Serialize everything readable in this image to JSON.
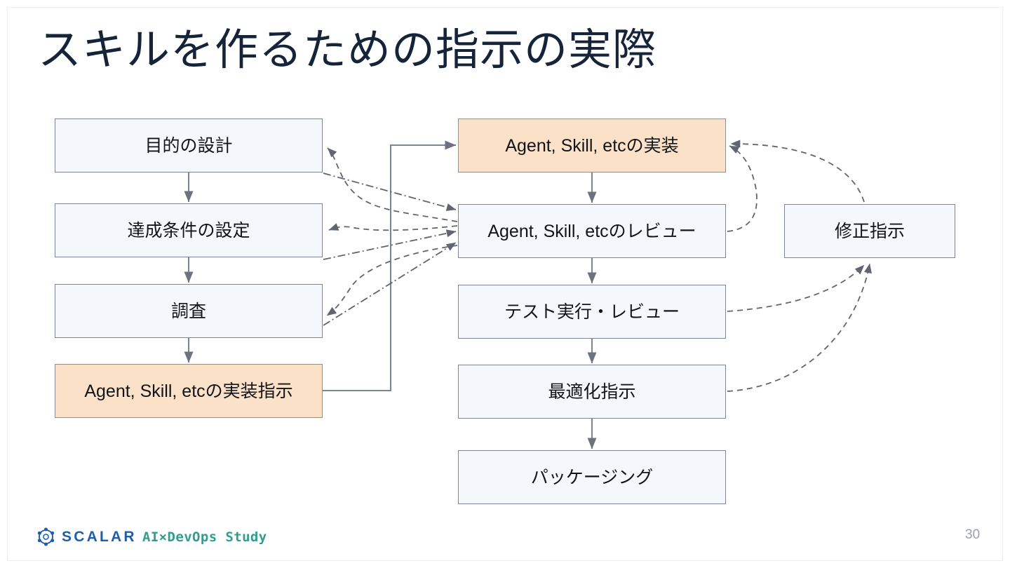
{
  "slide": {
    "title": "スキルを作るための指示の実際",
    "page_number": "30",
    "accent_color": "#fae1c8",
    "node_fill": "#f4f7fb",
    "node_border": "#7f8493",
    "title_color": "#16243a"
  },
  "footer": {
    "logo_mark": "scalar-logo-icon",
    "logo_text": "SCALAR",
    "logo_color": "#1f5fa8",
    "tagline": "AI×DevOps Study",
    "tagline_color": "#2f9e8f"
  },
  "diagram": {
    "left_column": [
      {
        "id": "purpose-design",
        "label": "目的の設計",
        "highlight": false
      },
      {
        "id": "criteria-setup",
        "label": "達成条件の設定",
        "highlight": false
      },
      {
        "id": "research",
        "label": "調査",
        "highlight": false
      },
      {
        "id": "impl-instruction",
        "label": "Agent, Skill, etcの実装指示",
        "highlight": true
      }
    ],
    "center_column": [
      {
        "id": "implementation",
        "label": "Agent, Skill, etcの実装",
        "highlight": true
      },
      {
        "id": "review",
        "label": "Agent, Skill, etcのレビュー",
        "highlight": false
      },
      {
        "id": "test-review",
        "label": "テスト実行・レビュー",
        "highlight": false
      },
      {
        "id": "optimize",
        "label": "最適化指示",
        "highlight": false
      },
      {
        "id": "packaging",
        "label": "パッケージング",
        "highlight": false
      }
    ],
    "right_column": [
      {
        "id": "fix-instruction",
        "label": "修正指示",
        "highlight": false
      }
    ],
    "edges": [
      {
        "from": "purpose-design",
        "to": "criteria-setup",
        "style": "solid"
      },
      {
        "from": "criteria-setup",
        "to": "research",
        "style": "solid"
      },
      {
        "from": "research",
        "to": "impl-instruction",
        "style": "solid"
      },
      {
        "from": "impl-instruction",
        "to": "implementation",
        "style": "solid"
      },
      {
        "from": "implementation",
        "to": "review",
        "style": "solid"
      },
      {
        "from": "review",
        "to": "test-review",
        "style": "solid"
      },
      {
        "from": "test-review",
        "to": "optimize",
        "style": "solid"
      },
      {
        "from": "optimize",
        "to": "packaging",
        "style": "solid"
      },
      {
        "from": "purpose-design",
        "to": "review",
        "style": "dash-dot"
      },
      {
        "from": "criteria-setup",
        "to": "review",
        "style": "dash-dot"
      },
      {
        "from": "research",
        "to": "review",
        "style": "dash-dot"
      },
      {
        "from": "review",
        "to": "purpose-design",
        "style": "dashed"
      },
      {
        "from": "review",
        "to": "criteria-setup",
        "style": "dashed"
      },
      {
        "from": "review",
        "to": "research",
        "style": "dashed"
      },
      {
        "from": "review",
        "to": "implementation",
        "style": "dashed"
      },
      {
        "from": "test-review",
        "to": "fix-instruction",
        "style": "dashed"
      },
      {
        "from": "optimize",
        "to": "fix-instruction",
        "style": "dashed"
      },
      {
        "from": "fix-instruction",
        "to": "implementation",
        "style": "dashed"
      }
    ]
  }
}
